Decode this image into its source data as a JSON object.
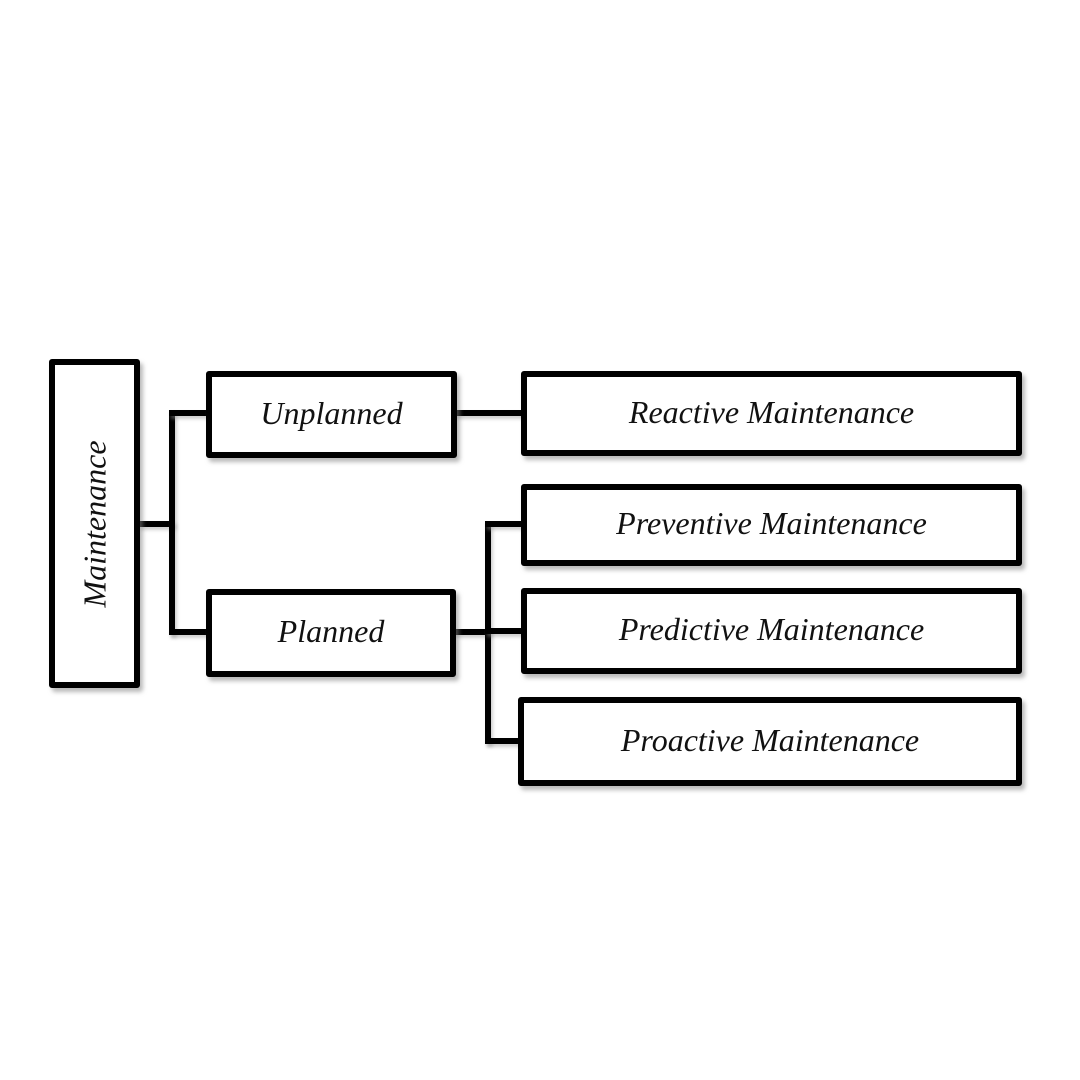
{
  "background": "#ffffff",
  "colors": {
    "box_border": "#000000",
    "box_fill": "#ffffff",
    "text": "#111111",
    "connector": "#000000"
  },
  "tree": {
    "root": {
      "label": "Maintenance"
    },
    "branches": [
      {
        "label": "Unplanned",
        "children": [
          {
            "label": "Reactive Maintenance"
          }
        ]
      },
      {
        "label": "Planned",
        "children": [
          {
            "label": "Preventive Maintenance"
          },
          {
            "label": "Predictive Maintenance"
          },
          {
            "label": "Proactive Maintenance"
          }
        ]
      }
    ]
  }
}
